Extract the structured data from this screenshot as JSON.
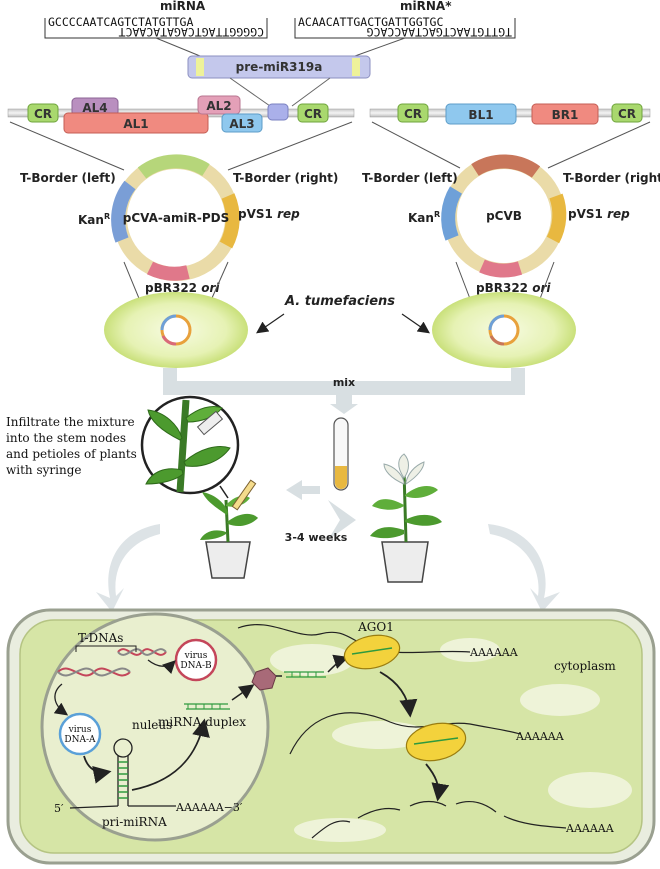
{
  "mirna": {
    "label": "miRNA",
    "seq_top": "GCCCCAATCAGTCTATGTTGA",
    "seq_bottom": "CGGGGTTAGTCAGATACAACT",
    "star_label": "miRNA*",
    "star_seq_top": "ACAACATTGACTGATTGGTGC",
    "star_seq_bottom": "TGTTGTAACTGACTAACCACG"
  },
  "pre_mirna": "pre-miR319a",
  "left_construct": {
    "cr1": "CR",
    "al4": "AL4",
    "al1": "AL1",
    "al2": "AL2",
    "al3": "AL3",
    "cr2": "CR",
    "plasmid": "pCVA-amiR-PDS"
  },
  "right_construct": {
    "cr1": "CR",
    "bl1": "BL1",
    "br1": "BR1",
    "cr2": "CR",
    "plasmid": "pCVB"
  },
  "plasmid_labels": {
    "t_left": "T-Border (left)",
    "t_right": "T-Border (right)",
    "kan": "Kan",
    "kan_sup": "R",
    "pvs1": "pVS1",
    "pvs1_rep": "rep",
    "pbr": "pBR322",
    "pbr_ori": "ori"
  },
  "agro": "A. tumefaciens",
  "mix": "mix",
  "infiltrate_lines": [
    "Infiltrate the mixture",
    "into the stem nodes",
    "and petioles of plants",
    "with syringe"
  ],
  "weeks": "3-4 weeks",
  "cell": {
    "tdnas": "T-DNAs",
    "virus_b_1": "virus",
    "virus_b_2": "DNA-B",
    "virus_a_1": "virus",
    "virus_a_2": "DNA-A",
    "nucleus": "nuleus",
    "duplex": "miRNA duplex",
    "pri": "pri-miRNA",
    "five": "5′",
    "tail3": "AAAAAA−3′",
    "ago": "AGO1",
    "cytoplasm": "cytoplasm",
    "polyA": "AAAAAA"
  },
  "colors": {
    "cr": "#a9d86e",
    "al": "#f08a80",
    "al2": "#e4a0b8",
    "al4": "#b98fbf",
    "blue": "#8fc8ee",
    "cell_fill": "#d6e5a6",
    "nucleus_fill": "#e9efcf",
    "ago": "#f3d23c"
  }
}
